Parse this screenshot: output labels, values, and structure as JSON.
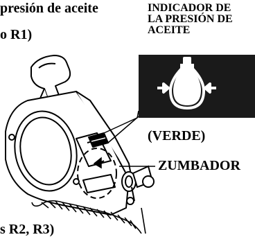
{
  "labels": {
    "top_left": "presión de aceite",
    "r1": "o R1)",
    "indicator_line1": "INDICADOR DE",
    "indicator_line2": "LA PRESIÓN DE",
    "indicator_line3": "ACEITE",
    "verde": "(VERDE)",
    "zumbador": "ZUMBADOR",
    "bottom_left": "s R2, R3)"
  },
  "icons": {
    "oil_pressure": "oil-drop-indicator-icon"
  },
  "colors": {
    "panel": "#1a1a1a",
    "icon": "#ffffff",
    "ink": "#000000"
  }
}
